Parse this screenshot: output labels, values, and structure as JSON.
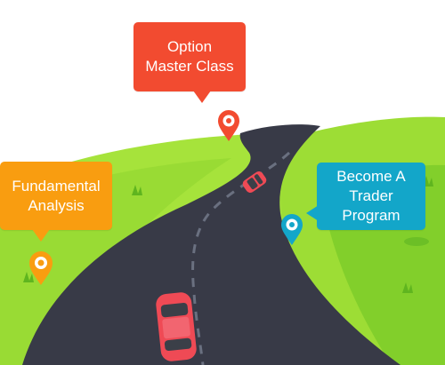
{
  "roadmap": {
    "option_master": {
      "lines": [
        "Option",
        "Master Class"
      ],
      "color": "#f24b30",
      "pin_color": "#f24b30",
      "pin_icon": "location-pin-icon"
    },
    "fundamental": {
      "lines": [
        "Fundamental",
        "Analysis"
      ],
      "color": "#f99d10",
      "pin_color": "#f99d10",
      "pin_icon": "location-pin-icon"
    },
    "trader_program": {
      "lines": [
        "Become A",
        "Trader",
        "Program"
      ],
      "color": "#13a6c9",
      "pin_color": "#13a6c9",
      "pin_icon": "location-pin-icon"
    }
  },
  "colors": {
    "grass_light": "#a6e33b",
    "grass_dark": "#7fce29",
    "road": "#383a47",
    "road_dash": "#6a7080",
    "car": "#ef4a55"
  }
}
